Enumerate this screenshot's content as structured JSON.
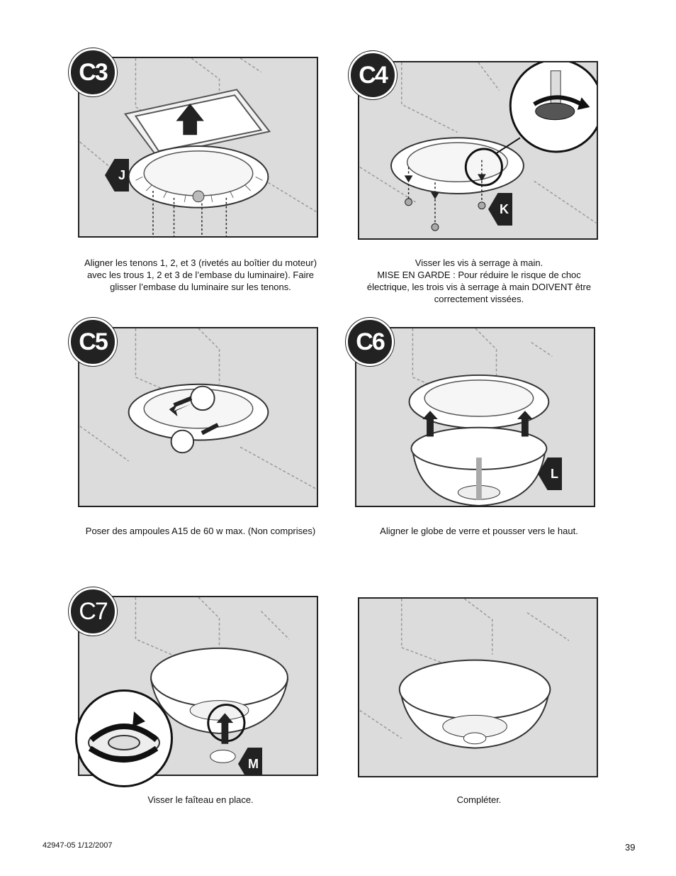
{
  "steps": {
    "c3": {
      "label": "C3",
      "part": "J",
      "caption": "Aligner les tenons 1, 2, et 3 (rivetés au boîtier du moteur) avec les trous 1, 2 et 3 de l’embase du luminaire). Faire glisser l’embase du luminaire sur les tenons."
    },
    "c4": {
      "label": "C4",
      "part": "K",
      "caption_line1": "Visser les vis à serrage à main.",
      "caption_line2": "MISE EN GARDE : Pour réduire le risque de choc électrique, les trois vis à serrage à main DOIVENT être correctement vissées."
    },
    "c5": {
      "label": "C5",
      "caption": "Poser des ampoules A15 de 60 w max. (Non comprises)"
    },
    "c6": {
      "label": "C6",
      "part": "L",
      "caption": "Aligner le globe de verre et pousser vers le haut."
    },
    "c7": {
      "label": "C7",
      "part": "M",
      "caption": "Visser le faîteau en place."
    },
    "final": {
      "caption": "Compléter."
    }
  },
  "footer": {
    "doc_id": "42947-05   1/12/2007",
    "page_number": "39"
  }
}
